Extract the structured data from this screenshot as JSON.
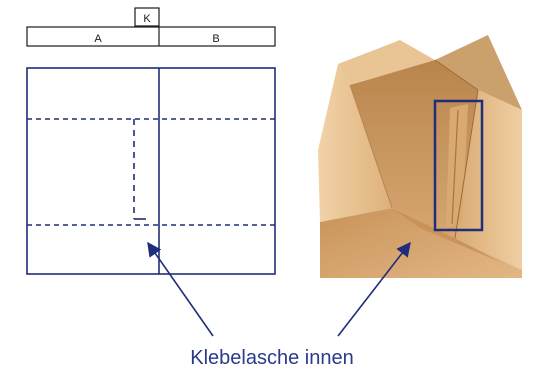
{
  "diagram": {
    "flap_label": "K",
    "panel_a_label": "A",
    "panel_b_label": "B",
    "caption": "Klebelasche innen"
  },
  "colors": {
    "line": "#1f2d7a",
    "caption": "#2b3a8c",
    "cardboard_light": "#e6bf8c",
    "cardboard_mid": "#d2a068",
    "cardboard_dark": "#b07a43"
  }
}
